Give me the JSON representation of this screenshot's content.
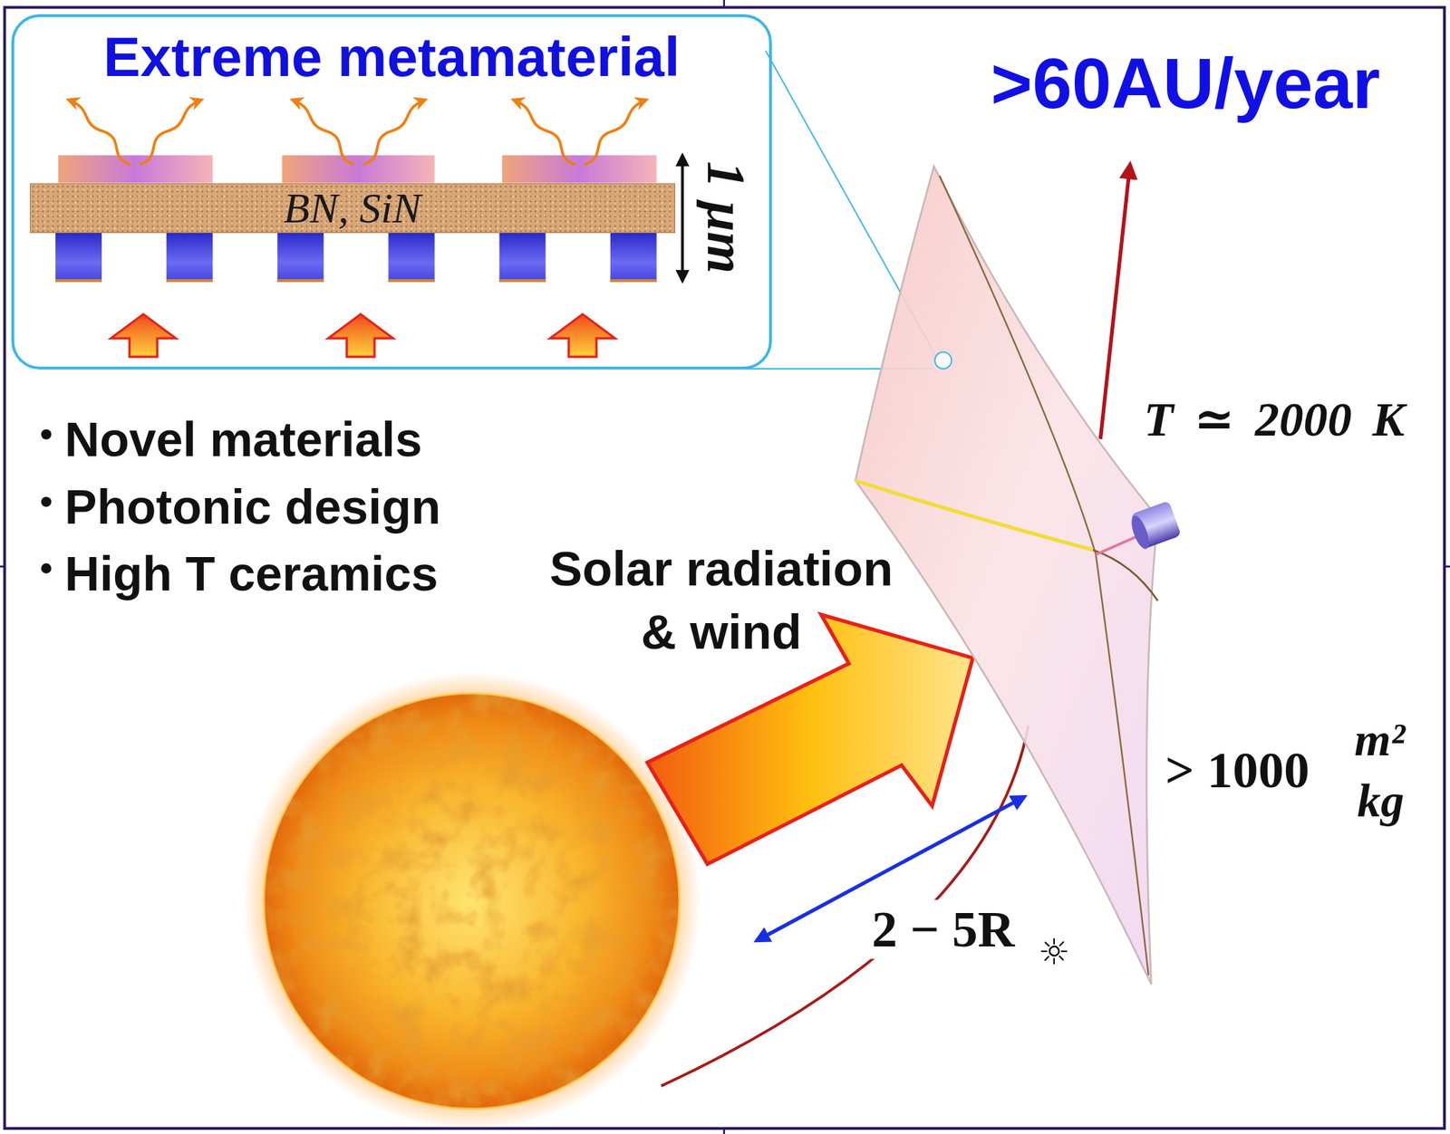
{
  "diagram": {
    "nodes": [
      {
        "text": [
          "Extreme metamaterial"
        ]
      },
      {
        "text": [
          "BN, SiN"
        ],
        "in": 0
      }
    ],
    "labels": [
      "1 μm",
      "Novel materials",
      "Photonic design",
      "High T ceramics",
      "Solar radiation & wind",
      ">60AU/year",
      "T ≃ 2000 K",
      "> 1000",
      "m²",
      "kg",
      "2 − 5R",
      "☼"
    ]
  }
}
